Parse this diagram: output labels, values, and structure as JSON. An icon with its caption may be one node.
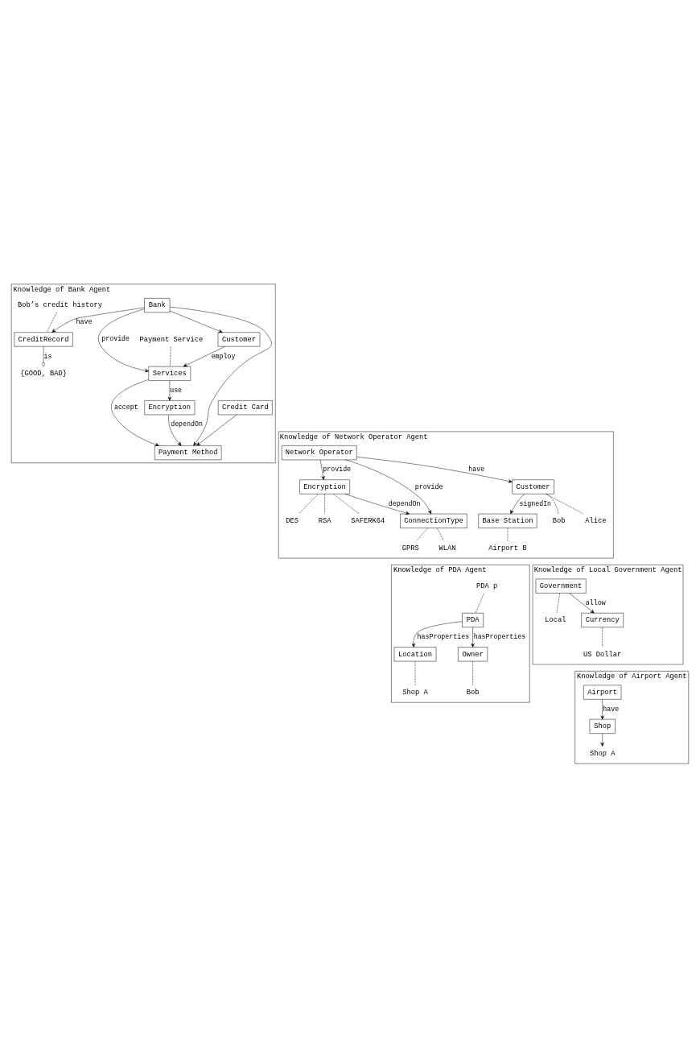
{
  "diagram": {
    "nodes": [
      {
        "text": [
          "Knowledge of Bank Agent"
        ]
      },
      {
        "text": [
          "Payment Service"
        ],
        "in": 0
      },
      {
        "text": [
          "Customer"
        ],
        "in": 0
      },
      {
        "text": [
          "Bob’s credit history"
        ],
        "in": 0
      },
      {
        "text": [
          "Services"
        ],
        "in": 0
      },
      {
        "text": [
          "Bank"
        ],
        "in": 0
      },
      {
        "text": [
          "CreditRecord"
        ],
        "in": 0
      },
      {
        "text": [
          "{GOOD, BAD}"
        ],
        "in": 0
      },
      {
        "text": [
          "Encryption"
        ],
        "in": 0
      },
      {
        "text": [
          "Payment Method"
        ],
        "in": 0
      },
      {
        "text": [
          "Credit Card"
        ],
        "in": 0
      },
      {
        "text": [
          "Knowledge of Network Operator Agent"
        ]
      },
      {
        "text": [
          "Encryption"
        ],
        "in": 11
      },
      {
        "text": [
          "DES"
        ],
        "in": 11
      },
      {
        "text": [
          "RSA"
        ],
        "in": 11
      },
      {
        "text": [
          "SAFERK64"
        ],
        "in": 11
      },
      {
        "text": [
          "Network Operator"
        ],
        "in": 11
      },
      {
        "text": [
          "ConnectionType"
        ],
        "in": 11
      },
      {
        "text": [
          "Customer"
        ],
        "in": 11
      },
      {
        "text": [
          "Base Station"
        ],
        "in": 11
      },
      {
        "text": [
          "GPRS"
        ],
        "in": 11
      },
      {
        "text": [
          "WLAN"
        ],
        "in": 11
      },
      {
        "text": [
          "Bob"
        ],
        "in": 11
      },
      {
        "text": [
          "Alice"
        ],
        "in": 11
      },
      {
        "text": [
          "Airport B"
        ],
        "in": 11
      },
      {
        "text": [
          "Knowledge of PDA Agent"
        ]
      },
      {
        "text": [
          "PDA p"
        ],
        "in": 25
      },
      {
        "text": [
          "PDA"
        ],
        "in": 25
      },
      {
        "text": [
          "Location"
        ],
        "in": 25
      },
      {
        "text": [
          "Owner"
        ],
        "in": 25
      },
      {
        "text": [
          "Shop A"
        ],
        "in": 25
      },
      {
        "text": [
          "Bob"
        ],
        "in": 25
      },
      {
        "text": [
          "Knowledge of Local Government Agent"
        ]
      },
      {
        "text": [
          "Government"
        ],
        "in": 32
      },
      {
        "text": [
          "Local"
        ],
        "in": 32
      },
      {
        "text": [
          "Currency"
        ],
        "in": 32
      },
      {
        "text": [
          "US Dollar"
        ],
        "in": 32
      },
      {
        "text": [
          "Knowledge of Airport Agent"
        ]
      },
      {
        "text": [
          "Airport"
        ],
        "in": 37
      },
      {
        "text": [
          "Shop"
        ],
        "in": 37
      },
      {
        "text": [
          "Shop A"
        ],
        "in": 37
      }
    ],
    "edges": [
      {
        "from": 1,
        "to": 4,
        "arrow": "none",
        "style": "dashed"
      },
      {
        "from": 5,
        "to": 2,
        "arrow": "to"
      },
      {
        "from": 2,
        "to": 4,
        "arrow": "to",
        "label": "employ"
      },
      {
        "from": 5,
        "to": 4,
        "arrow": "to",
        "label": "provide"
      },
      {
        "from": 5,
        "to": 6,
        "arrow": "to",
        "label": "have"
      },
      {
        "from": 3,
        "to": 6,
        "arrow": "none",
        "style": "dashed"
      },
      {
        "from": 6,
        "to": 7,
        "arrow": "other",
        "label": "is"
      },
      {
        "from": 5,
        "to": 9,
        "arrow": "to"
      },
      {
        "from": 4,
        "to": 9,
        "arrow": "to",
        "label": "accept"
      },
      {
        "from": 4,
        "to": 8,
        "arrow": "to",
        "label": "use"
      },
      {
        "from": 8,
        "to": 9,
        "arrow": "to",
        "label": "dependOn"
      },
      {
        "from": 10,
        "to": 9,
        "arrow": "to"
      },
      {
        "from": 12,
        "to": 17,
        "arrow": "to",
        "label": "dependOn"
      },
      {
        "from": 16,
        "to": 12,
        "arrow": "to",
        "label": "provide"
      },
      {
        "from": 12,
        "to": 13,
        "arrow": "none",
        "style": "dashed"
      },
      {
        "from": 12,
        "to": 14,
        "arrow": "none",
        "style": "dashed"
      },
      {
        "from": 12,
        "to": 15,
        "arrow": "none",
        "style": "dashed"
      },
      {
        "from": 16,
        "to": 17,
        "arrow": "to",
        "label": "provide"
      },
      {
        "from": 16,
        "to": 18,
        "arrow": "to",
        "label": "have"
      },
      {
        "from": 18,
        "to": 19,
        "arrow": "to",
        "label": "signedIn"
      },
      {
        "from": 17,
        "to": 20,
        "arrow": "none",
        "style": "dashed"
      },
      {
        "from": 17,
        "to": 21,
        "arrow": "none",
        "style": "dashed"
      },
      {
        "from": 18,
        "to": 22,
        "arrow": "none",
        "style": "dashed"
      },
      {
        "from": 18,
        "to": 23,
        "arrow": "none",
        "style": "dashed"
      },
      {
        "from": 19,
        "to": 24,
        "arrow": "none",
        "style": "dashed"
      },
      {
        "from": 26,
        "to": 27,
        "arrow": "none",
        "style": "dashed"
      },
      {
        "from": 27,
        "to": 28,
        "arrow": "to",
        "label": "hasProperties"
      },
      {
        "from": 27,
        "to": 29,
        "arrow": "to",
        "label": "hasProperties"
      },
      {
        "from": 28,
        "to": 30,
        "arrow": "none",
        "style": "dashed"
      },
      {
        "from": 29,
        "to": 31,
        "arrow": "none",
        "style": "dashed"
      },
      {
        "from": 33,
        "to": 34,
        "arrow": "none",
        "style": "dashed"
      },
      {
        "from": 33,
        "to": 35,
        "arrow": "to",
        "label": "allow"
      },
      {
        "from": 35,
        "to": 36,
        "arrow": "none",
        "style": "dashed"
      },
      {
        "from": 38,
        "to": 39,
        "arrow": "to",
        "label": "have"
      },
      {
        "from": 39,
        "to": 40,
        "arrow": "to"
      }
    ]
  }
}
